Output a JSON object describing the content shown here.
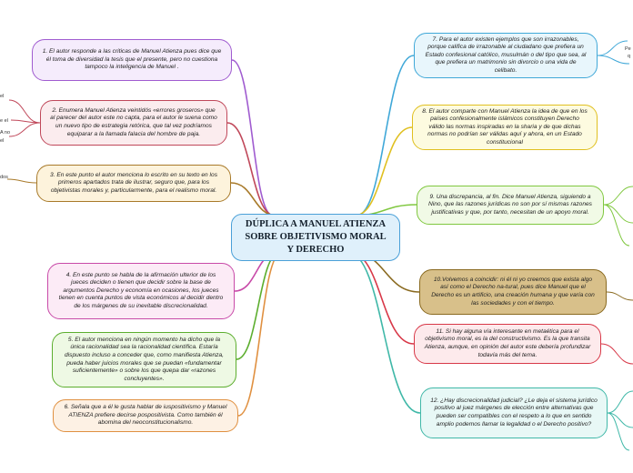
{
  "center_title": "DÚPLICA A MANUEL ATIENZA SOBRE OBJETIVISMO MORAL Y DERECHO",
  "left_nodes": [
    {
      "text": "1. El autor responde a las criticas de Manuel Atienza pues dice que él toma de diversidad la tesis que el presente, pero no cuestiona tampoco la inteligencia de Manuel .",
      "color": "#a05cd0",
      "fill": "#f5ecfc"
    },
    {
      "text": "2. Enumera Manuel Atienza veintidós «errores groseros» que al parecer del autor este no capta, para el autor le suena como un nuevo tipo de estrategia retórica, que tal vez podríamos equiparar a la llamada falacia del hombre de paja.",
      "color": "#c0485a",
      "fill": "#fbecee"
    },
    {
      "text": "3. En este punto el autor menciona lo escrito en su texto en los primeros apartados trata de ilustrar, seguro que, para los objetivistas morales y, particularmente, para el realismo moral.",
      "color": "#a87a2a",
      "fill": "#fdf3dc"
    },
    {
      "text": "4. En este punto se habla de la afirmación ulterior de los jueces deciden o tienen que decidir sobre la base de argumentos Derecho y economía en ocasiones, los jueces tienen en cuenta puntos de vista económicos al decidir dentro de los márgenes de su inevitable discrecionalidad.",
      "color": "#c84aa8",
      "fill": "#fcebf6"
    },
    {
      "text": "5. El autor menciona en ningún momento ha dicho que la única racionalidad sea la racionalidad científica. Estaría dispuesto incluso a conceder que, como manifiesta Atienza, pueda haber juicios morales que se puedan «fundamentar suficientemente» o sobre los que quepa dar «razones concluyentes».",
      "color": "#5cae2e",
      "fill": "#eef9e4"
    },
    {
      "text": "6. Señala que a él le gusta hablar de iuspositivismo y Manuel ATIENZA prefiere decirse pospositivista. Como también él abomina del neoconstitucionalismo.",
      "color": "#e09040",
      "fill": "#fdf1e4"
    }
  ],
  "right_nodes": [
    {
      "text": "7. Para el autor existen ejemplos que son irrazonables, porque califica de irrazonable al ciudadano que prefiera un Estado confesional católico, musulmán o del tipo que sea, al que prefiera un matrimonio sin divorcio o una vida de celibato.",
      "color": "#40a8d8",
      "fill": "#e8f6fc"
    },
    {
      "text": "8. El autor comparte con Manuel Atienza la idea de que en los países confesionalmente islámicos constituyen Derecho válido las normas inspiradas en la sharia y de que dichas normas no podrían ser válidas aquí y ahora, en un Estado constitucional",
      "color": "#e0c020",
      "fill": "#fdfbe0"
    },
    {
      "text": "9. Una discrepancia, al fin. Dice Manuel Atienza, siguiendo a Nino, que las razones jurídicas no son por sí mismas razones justificativas y que, por tanto, necesitan de un apoyo moral.",
      "color": "#80c840",
      "fill": "#f1fae6"
    },
    {
      "text": "10.Volvemos a coincidir: ni él ni yo creemos que exista algo así como el Derecho na-tural, pues dice Manuel que el Derecho es un artificio, una creación humana y que varía con las sociedades y con el tiempo.",
      "color": "#8a6a20",
      "fill": "#d8c08a"
    },
    {
      "text": "11. Si hay alguna vía interesante en metaética para el objetivismo moral, es la del constructivismo. Es la que transita Atienza, aunque, en opinión del autor este debería profundizar todavía más del tema.",
      "color": "#d83848",
      "fill": "#fdeaec"
    },
    {
      "text": "12. ¿Hay discrecionalidad judicial? ¿Le deja el sistema jurídico positivo al juez márgenes de elección entre alternativas que pueden ser compatibles con el respeto a lo que en sentido amplio podemos llamar la legalidad o el Derecho positivo?",
      "color": "#40b8a8",
      "fill": "#e8f8f6"
    }
  ],
  "left_fragments": [
    "el",
    "e el",
    "",
    "A no",
    "el",
    "dos"
  ],
  "right_fragments": [
    "Pe",
    "q"
  ]
}
